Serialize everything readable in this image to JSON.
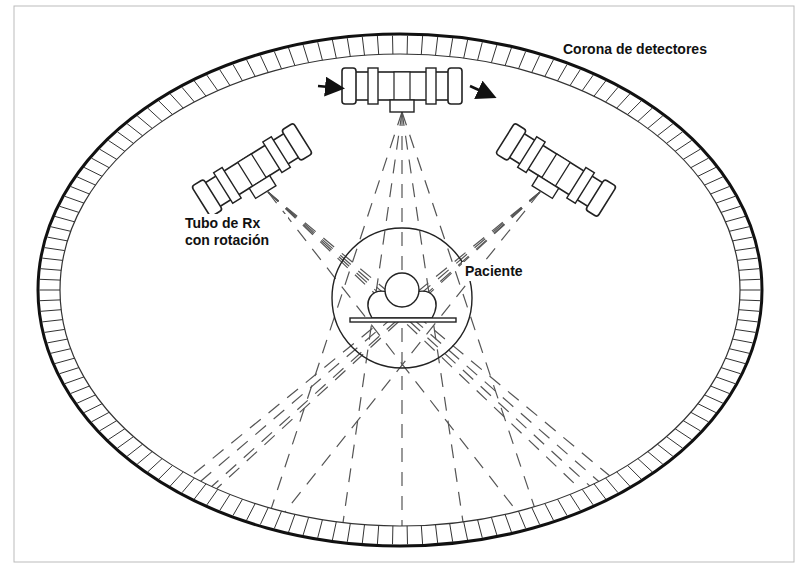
{
  "diagram": {
    "labels": [
      "Corona de detectores",
      "Tubo de Rx con rotación",
      "Paciente"
    ]
  }
}
